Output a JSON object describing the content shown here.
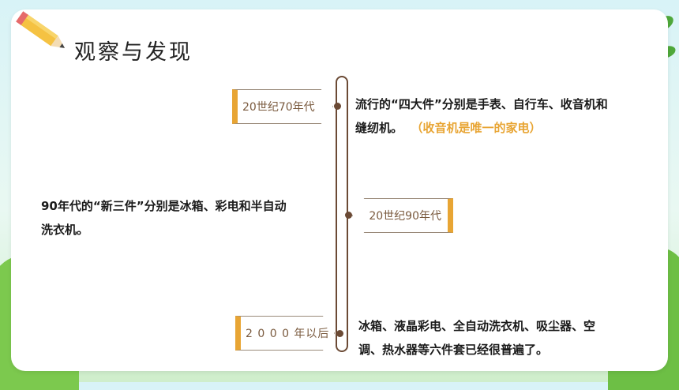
{
  "header": {
    "title": "观察与发现"
  },
  "timeline": [
    {
      "period": "20世纪70年代",
      "text_line1": "流行的“四大件”分别是手表、自行车、收音机和",
      "text_line2": "缝纫机。",
      "note": "（收音机是唯一的家电）"
    },
    {
      "period": "20世纪90年代",
      "text_line1": " 90年代的“新三件”分别是冰箱、彩电和半自动",
      "text_line2": "洗衣机。"
    },
    {
      "period": "2 0 0 0 年以后",
      "text_line1": "冰箱、液晶彩电、全自动洗衣机、吸尘器、空",
      "text_line2": "调、热水器等六件套已经很普遍了。"
    }
  ],
  "colors": {
    "accent": "#e8a534",
    "line": "#6b4a35",
    "tag_text": "#7a5a3e"
  },
  "icons": [
    "pencil-icon",
    "leaf-decoration"
  ]
}
